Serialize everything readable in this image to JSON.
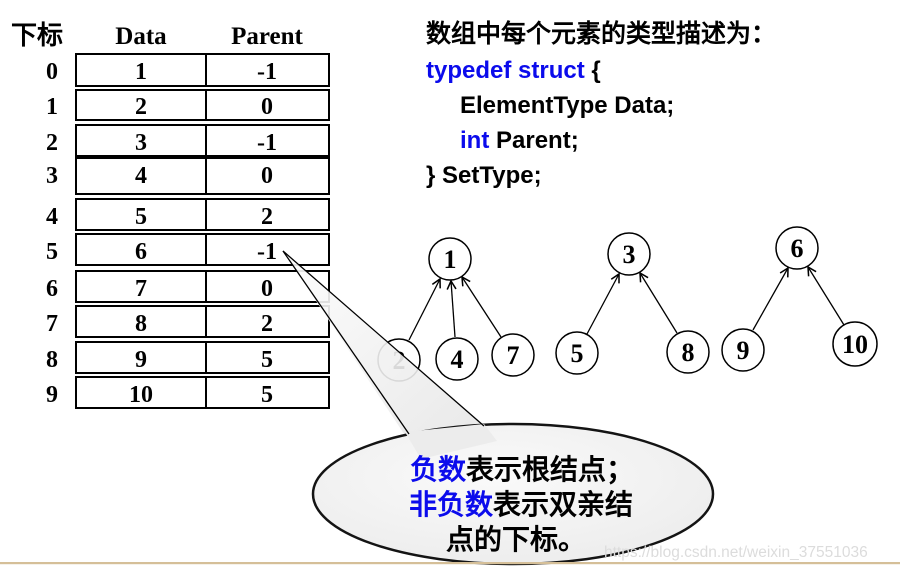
{
  "page": {
    "background": "#ffffff",
    "accent_blue": "#0b0bec",
    "bottom_bar_color": "#d5bf98",
    "watermark": "https://blog.csdn.net/weixin_37551036"
  },
  "array_table": {
    "headers": {
      "index": "下标",
      "data": "Data",
      "parent": "Parent"
    },
    "rows": [
      {
        "index": "0",
        "data": "1",
        "parent": "-1"
      },
      {
        "index": "1",
        "data": "2",
        "parent": "0"
      },
      {
        "index": "2",
        "data": "3",
        "parent": "-1"
      },
      {
        "index": "3",
        "data": "4",
        "parent": "0"
      },
      {
        "index": "4",
        "data": "5",
        "parent": "2"
      },
      {
        "index": "5",
        "data": "6",
        "parent": "-1"
      },
      {
        "index": "6",
        "data": "7",
        "parent": "0"
      },
      {
        "index": "7",
        "data": "8",
        "parent": "2"
      },
      {
        "index": "8",
        "data": "9",
        "parent": "5"
      },
      {
        "index": "9",
        "data": "10",
        "parent": "5"
      }
    ]
  },
  "code_block": {
    "intro": "数组中每个元素的类型描述为：",
    "typedef_keyword": "typedef struct",
    "open_brace": " {",
    "field_data": "ElementType Data;",
    "int_keyword": "int",
    "field_parent": " Parent;",
    "closing": "} SetType;"
  },
  "forest": {
    "nodes": [
      {
        "label": "1"
      },
      {
        "label": "2"
      },
      {
        "label": "4"
      },
      {
        "label": "7"
      },
      {
        "label": "3"
      },
      {
        "label": "5"
      },
      {
        "label": "8"
      },
      {
        "label": "6"
      },
      {
        "label": "9"
      },
      {
        "label": "10"
      }
    ]
  },
  "callout": {
    "line1_highlight": "负数",
    "line1_rest": "表示根结点；",
    "line2_highlight": "非负数",
    "line2_rest": "表示双亲结",
    "line3": "点的下标。"
  }
}
